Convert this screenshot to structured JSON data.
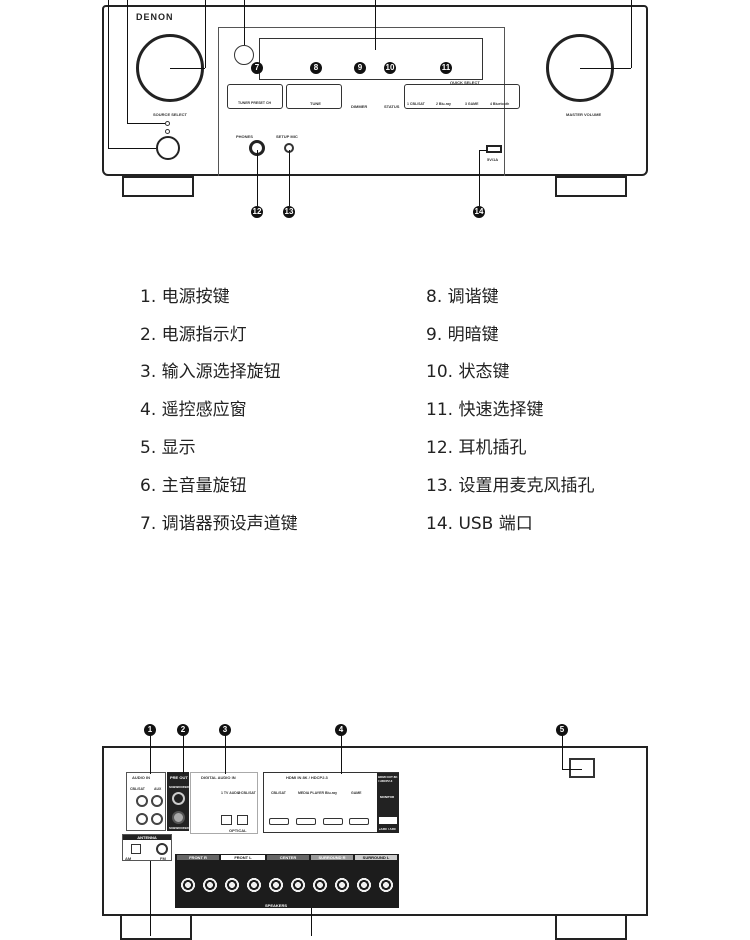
{
  "front": {
    "brand": "DENON",
    "source_select": "SOURCE SELECT",
    "master_volume": "MASTER VOLUME",
    "tuner_preset": "TUNER PRESET CH",
    "tune": "TUNE",
    "dimmer": "DIMMER",
    "status": "STATUS",
    "quick_select": "QUICK SELECT",
    "quick_buttons": [
      "1 CBL/SAT",
      "2 Blu-ray",
      "3 GAME",
      "4 Bluetooth"
    ],
    "phones": "PHONES",
    "setup_mic": "SETUP MIC",
    "usb": "5V/1A",
    "callouts": [
      "7",
      "8",
      "9",
      "10",
      "11",
      "12",
      "13",
      "14"
    ]
  },
  "legend": {
    "left": [
      "1. 电源按键",
      "2. 电源指示灯",
      "3. 输入源选择旋钮",
      "4. 遥控感应窗",
      "5. 显示",
      "6. 主音量旋钮",
      "7. 调谐器预设声道键"
    ],
    "right": [
      "8. 调谐键",
      "9. 明暗键",
      "10. 状态键",
      "11. 快速选择键",
      "12. 耳机插孔",
      "13. 设置用麦克风插孔",
      "14. USB 端口"
    ]
  },
  "rear": {
    "callouts": [
      "1",
      "2",
      "3",
      "4",
      "5"
    ],
    "audio_in": "AUDIO IN",
    "audio_inputs": [
      "CBL/SAT",
      "AUX"
    ],
    "pre_out": "PRE OUT",
    "subwoofer": [
      "SUBWOOFER 1",
      "SUBWOOFER 2"
    ],
    "digital_audio": "DIGITAL AUDIO IN",
    "digital_inputs": [
      "1 TV AUDIO",
      "2 CBL/SAT"
    ],
    "optical": "OPTICAL",
    "hdmi_in": "HDMI IN 8K / HDCP2.3",
    "hdmi_inputs": [
      "CBL/SAT",
      "MEDIA PLAYER",
      "Blu-ray",
      "GAME"
    ],
    "hdmi_out": "HDMI OUT 8K / HDCP2.3",
    "monitor": "MONITOR",
    "arc": "eARC / ARC",
    "antenna": "ANTENNA",
    "am": "AM",
    "fm": "FM",
    "speakers": "SPEAKERS",
    "speaker_groups": [
      "FRONT R",
      "FRONT L",
      "CENTER",
      "SURROUND R",
      "SURROUND L"
    ]
  }
}
